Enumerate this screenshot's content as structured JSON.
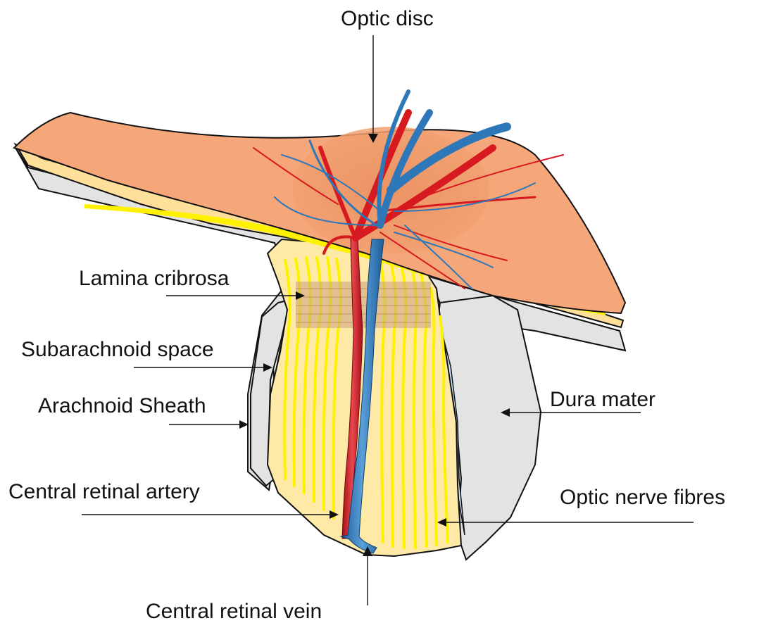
{
  "labels": {
    "optic_disc": "Optic disc",
    "lamina_cribrosa": "Lamina cribrosa",
    "subarachnoid_space": "Subarachnoid space",
    "arachnoid_sheath": "Arachnoid Sheath",
    "central_retinal_artery": "Central retinal artery",
    "central_retinal_vein": "Central retinal vein",
    "dura_mater": "Dura mater",
    "optic_nerve_fibres": "Optic nerve fibres"
  },
  "colors": {
    "retina": "#F5A77A",
    "optic_disc_cup": "#E48C5C",
    "sclera": "#E3E3E3",
    "nerve_fibre": "#FFF200",
    "nerve_bg": "#FFE9A6",
    "subarachnoid": "#CFE8F7",
    "artery": "#D71920",
    "vein": "#2E78B9",
    "lamina": "#C8A080"
  }
}
